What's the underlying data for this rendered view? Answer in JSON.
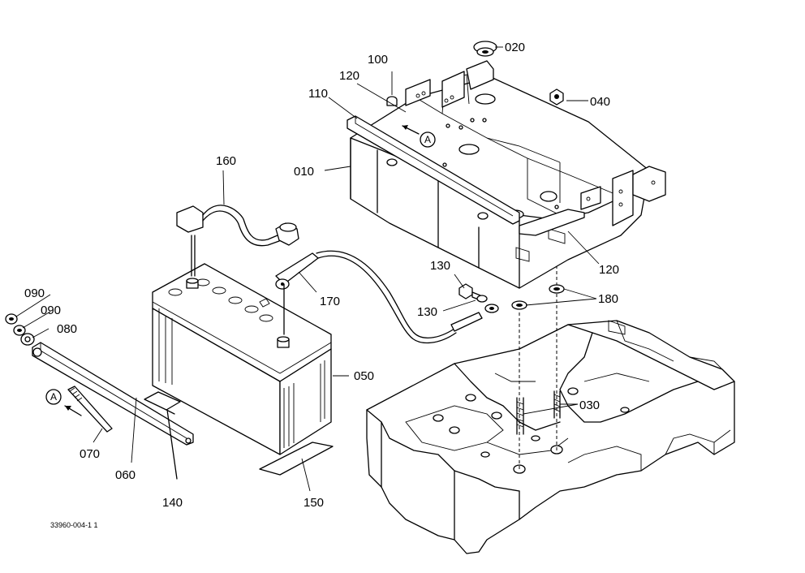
{
  "diagram": {
    "figure_code": "33960-004-1 1",
    "reference_marker": "A",
    "part_labels": [
      {
        "id": "p010",
        "text": "010"
      },
      {
        "id": "p020",
        "text": "020"
      },
      {
        "id": "p030",
        "text": "030"
      },
      {
        "id": "p040",
        "text": "040"
      },
      {
        "id": "p050",
        "text": "050"
      },
      {
        "id": "p060",
        "text": "060"
      },
      {
        "id": "p070",
        "text": "070"
      },
      {
        "id": "p080",
        "text": "080"
      },
      {
        "id": "p090a",
        "text": "090"
      },
      {
        "id": "p090b",
        "text": "090"
      },
      {
        "id": "p100",
        "text": "100"
      },
      {
        "id": "p110",
        "text": "110"
      },
      {
        "id": "p120a",
        "text": "120"
      },
      {
        "id": "p120b",
        "text": "120"
      },
      {
        "id": "p130a",
        "text": "130"
      },
      {
        "id": "p130b",
        "text": "130"
      },
      {
        "id": "p140",
        "text": "140"
      },
      {
        "id": "p150",
        "text": "150"
      },
      {
        "id": "p160",
        "text": "160"
      },
      {
        "id": "p170",
        "text": "170"
      },
      {
        "id": "p180",
        "text": "180"
      }
    ]
  }
}
